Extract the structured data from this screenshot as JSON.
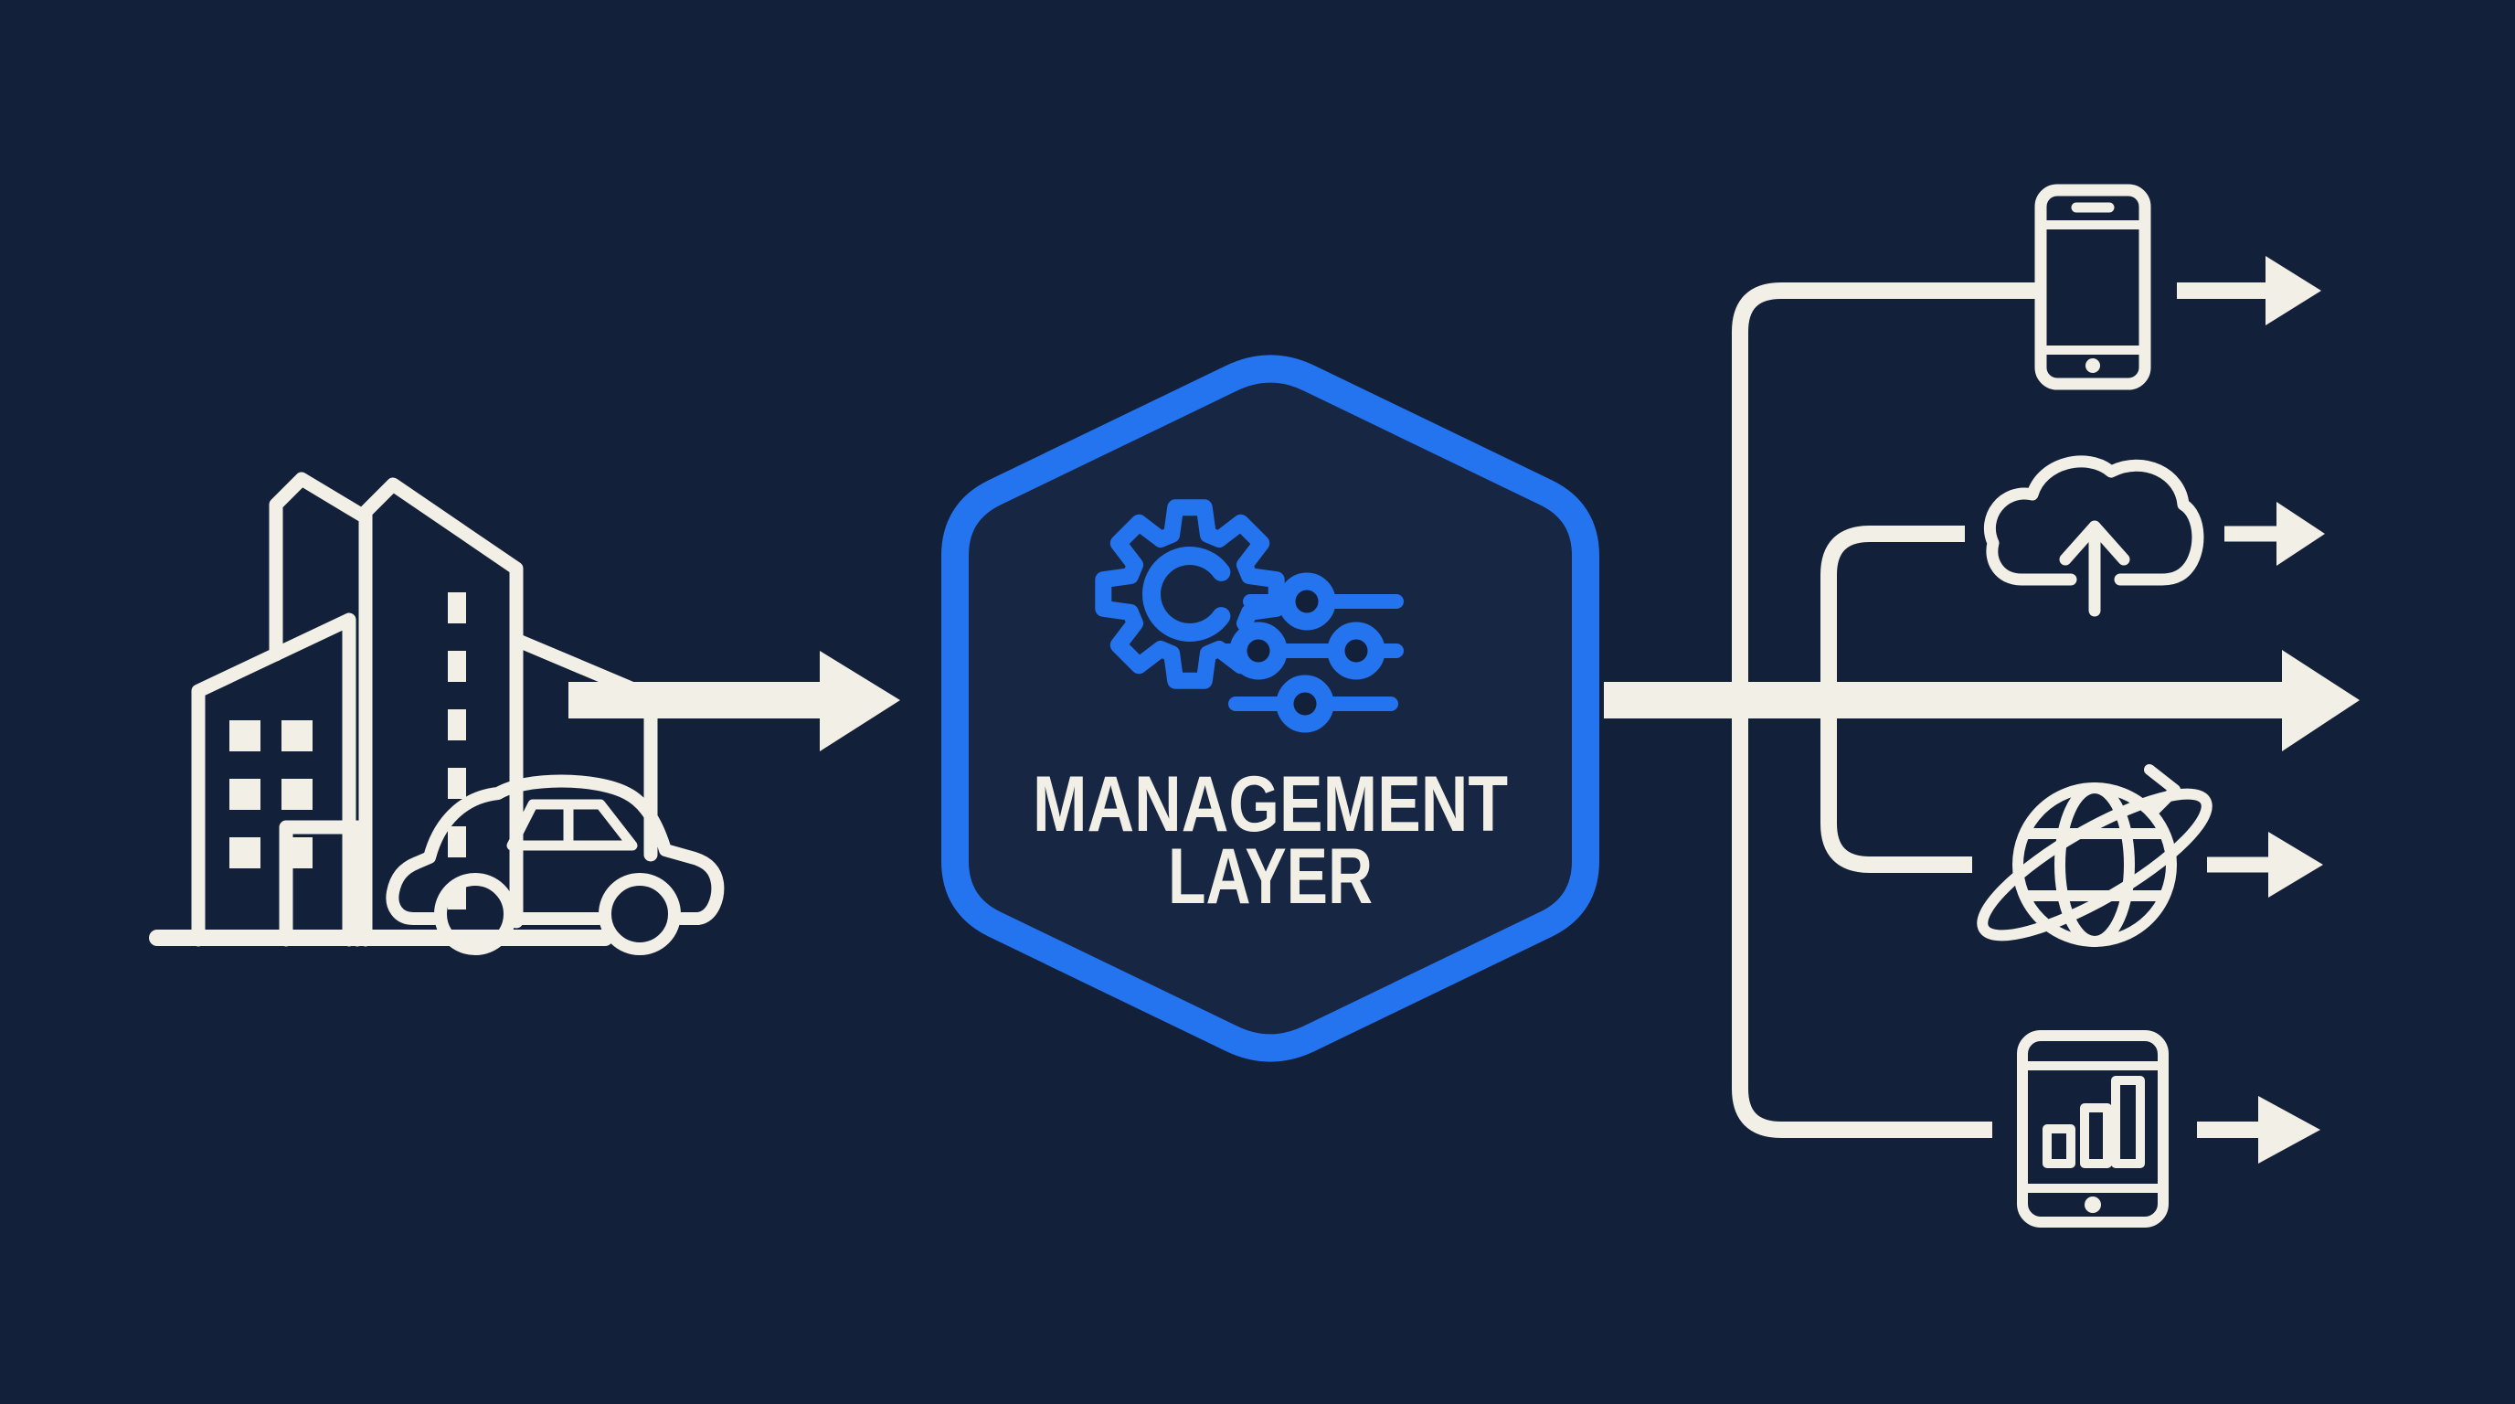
{
  "theme": {
    "background": "#13203a",
    "white": "#f2efe6",
    "blue": "#2474f0",
    "hexagon_fill": "#172642"
  },
  "diagram": {
    "source_node": {
      "description": "city buildings with car",
      "icons": [
        "city-buildings-icon",
        "car-icon"
      ]
    },
    "center_node": {
      "shape": "hexagon",
      "label_line1": "MANAGEMENT",
      "label_line2": "LAYER",
      "icon": "gear-sliders-icon"
    },
    "output_nodes": [
      {
        "icon": "smartphone-icon"
      },
      {
        "icon": "cloud-upload-icon"
      },
      {
        "icon": "globe-orbit-icon"
      },
      {
        "icon": "tablet-bar-chart-icon"
      }
    ],
    "arrows": {
      "input_arrow": "buildings-to-hexagon",
      "main_output_arrow": "hexagon-to-right",
      "branch_arrows": [
        "smartphone",
        "cloud",
        "globe",
        "tablet"
      ]
    }
  }
}
